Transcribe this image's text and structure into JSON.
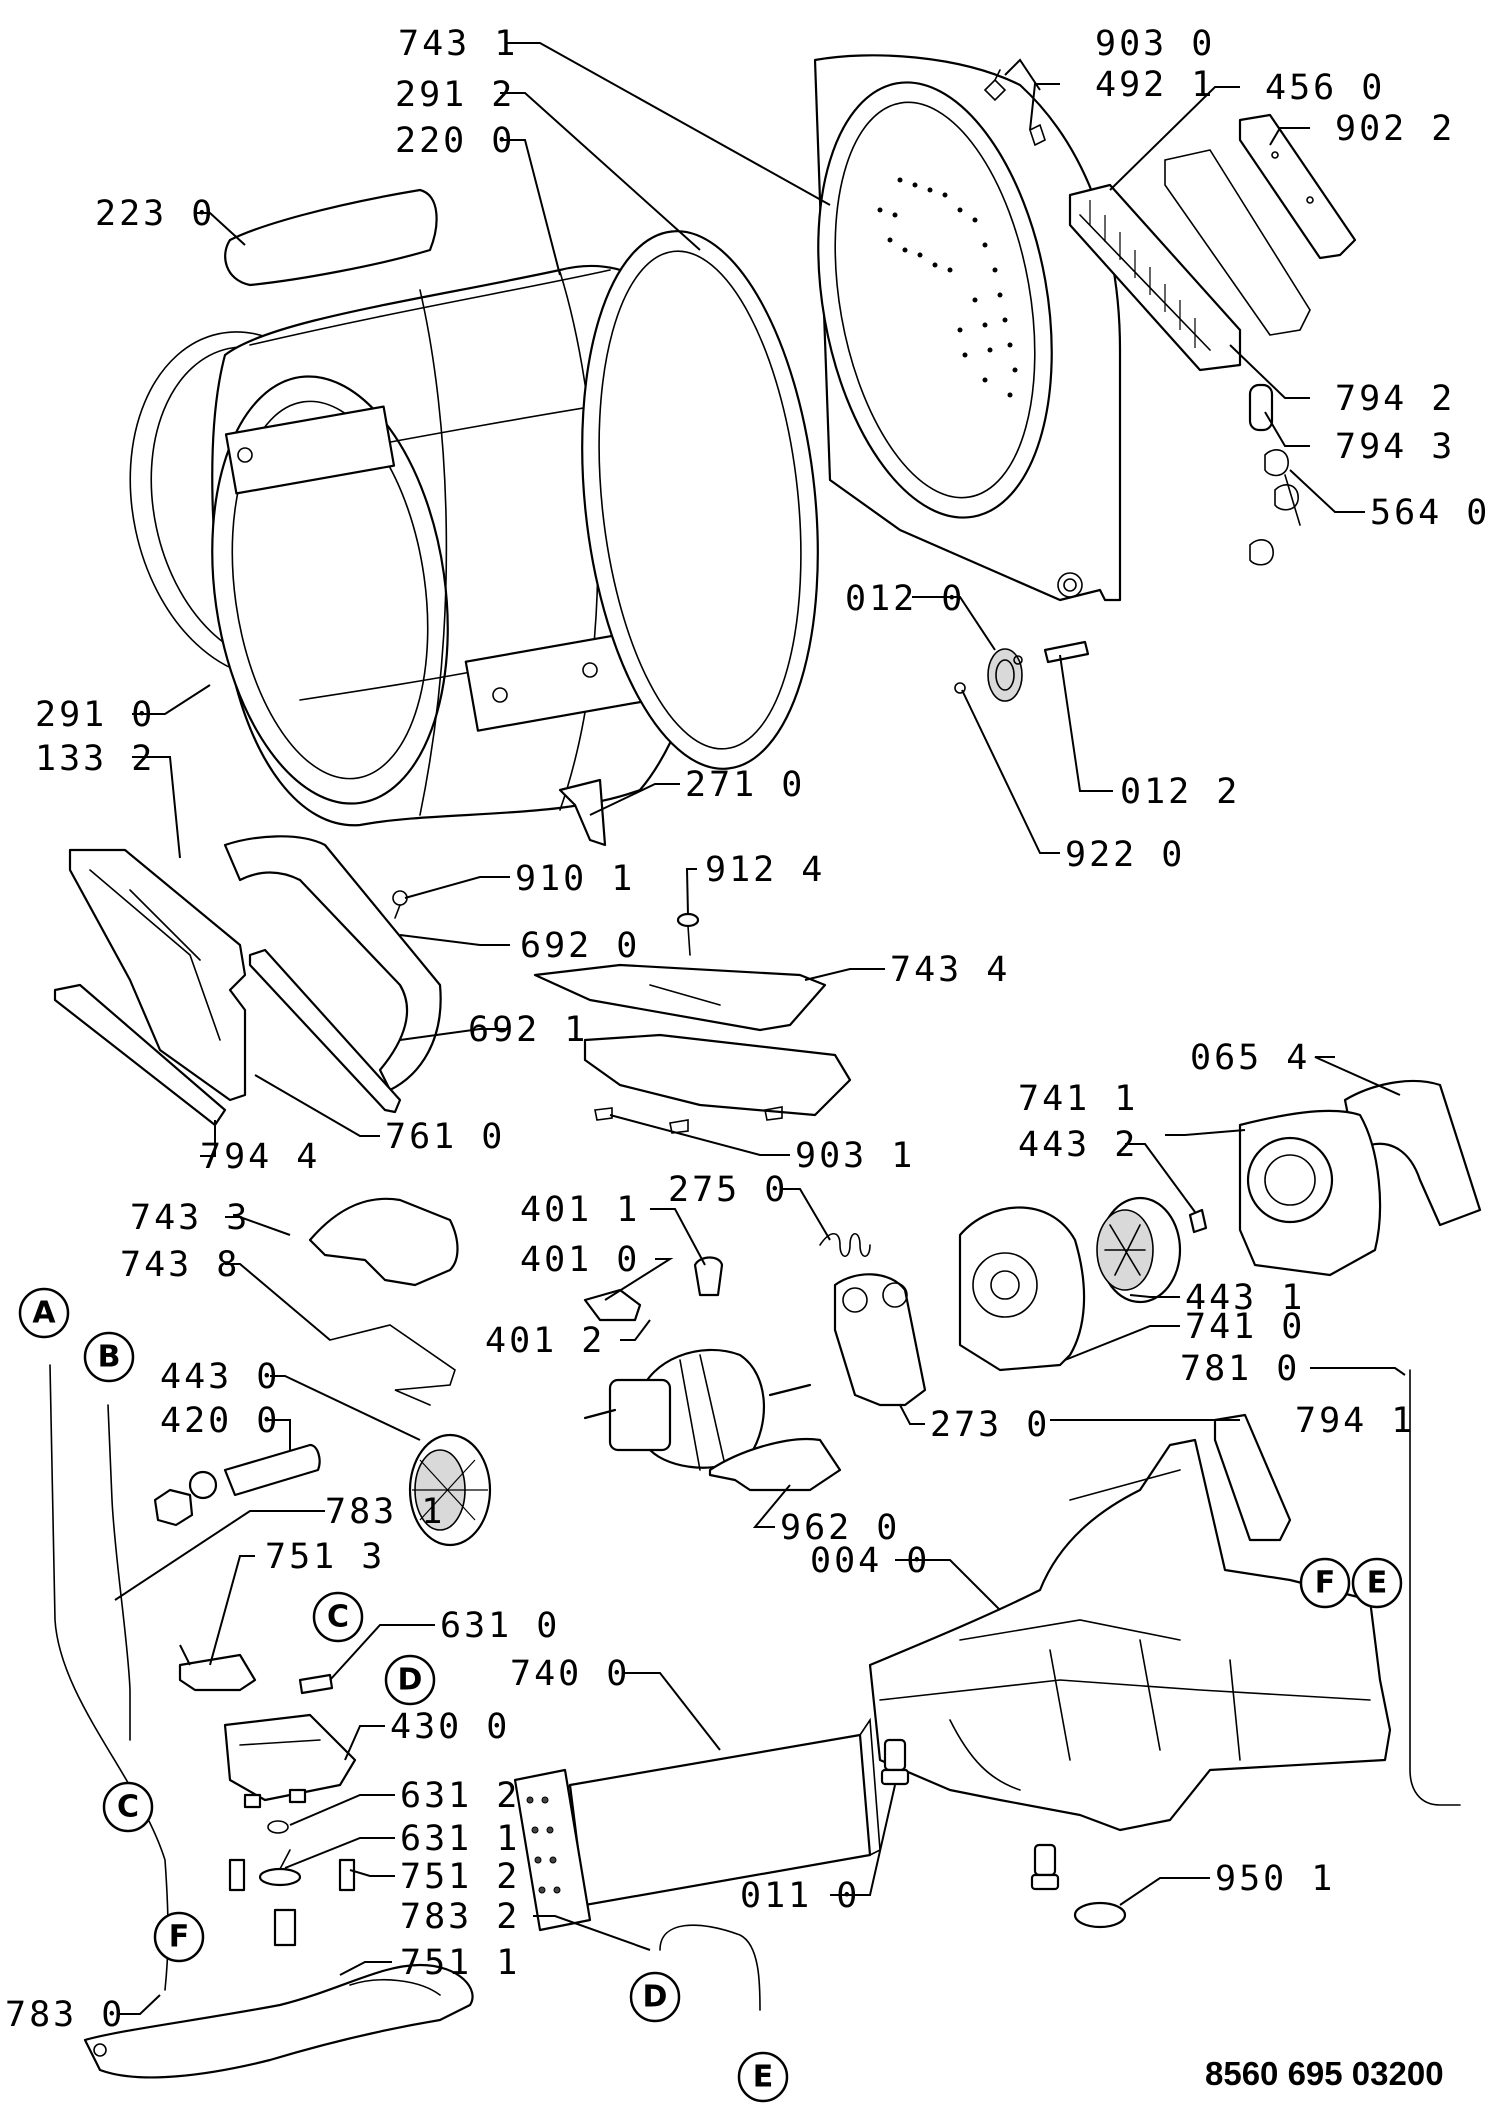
{
  "document_number": "8560 695 03200",
  "labels": {
    "p7431": "743 1",
    "p9030": "903 0",
    "p4921": "492 1",
    "p4560": "456 0",
    "p9022": "902 2",
    "p2912": "291 2",
    "p2200": "220 0",
    "p2230": "223 0",
    "p7942": "794 2",
    "p7943": "794 3",
    "p5640": "564 0",
    "p0120": "012 0",
    "p0122": "012 2",
    "p9220": "922 0",
    "p2910": "291 0",
    "p1332": "133 2",
    "p2710": "271 0",
    "p9101": "910 1",
    "p9124": "912 4",
    "p6920": "692 0",
    "p7434": "743 4",
    "p6921": "692 1",
    "p7610": "761 0",
    "p7944": "794 4",
    "p9031": "903 1",
    "p0654": "065 4",
    "p7411": "741 1",
    "p4432": "443 2",
    "p7433": "743 3",
    "p4011": "401 1",
    "p2750": "275 0",
    "p4010": "401 0",
    "p7438": "743 8",
    "p4012": "401 2",
    "p4431": "443 1",
    "p7410": "741 0",
    "p4430": "443 0",
    "p7810": "781 0",
    "p4200": "420 0",
    "p2730": "273 0",
    "p7941": "794 1",
    "p7831": "783 1",
    "p9620": "962 0",
    "p7513": "751 3",
    "p0040": "004 0",
    "p6310": "631 0",
    "p4300": "430 0",
    "p7400": "740 0",
    "p6312": "631 2",
    "p6311": "631 1",
    "p7512": "751 2",
    "p0110": "011 0",
    "p9501": "950 1",
    "p7832": "783 2",
    "p7511": "751 1",
    "p7830": "783 0"
  },
  "connectors": [
    "A",
    "B",
    "C",
    "D",
    "E",
    "F"
  ]
}
